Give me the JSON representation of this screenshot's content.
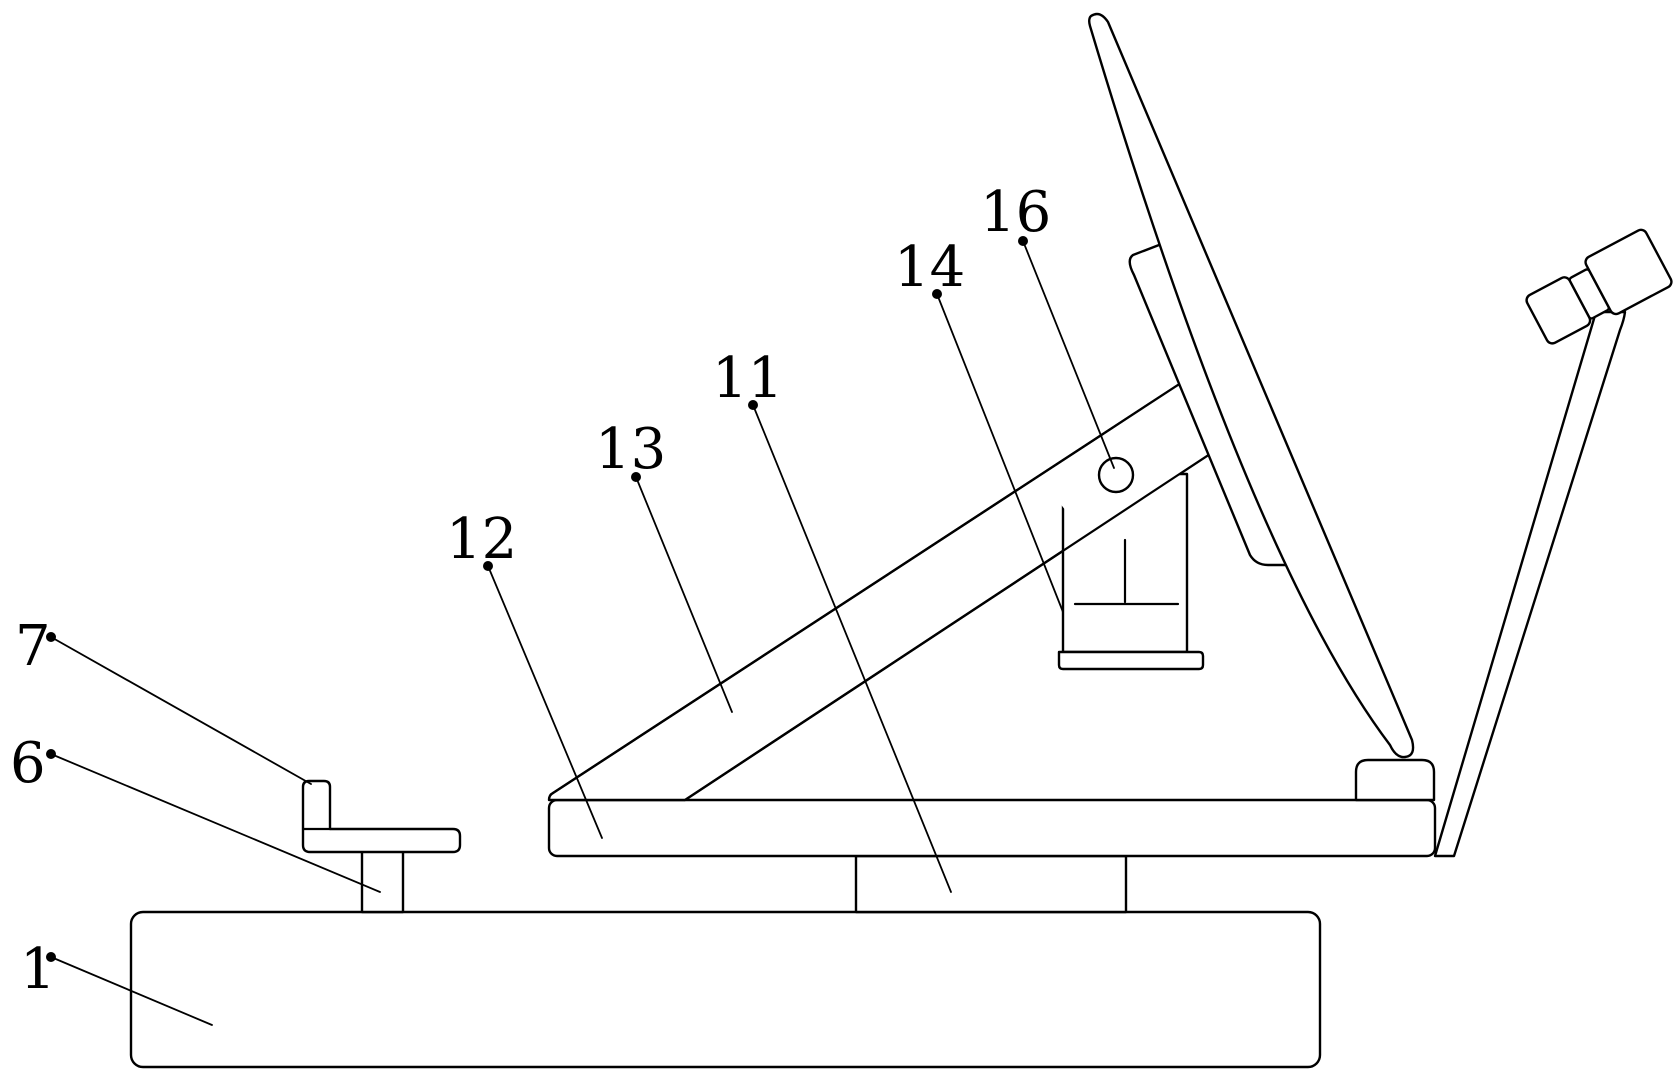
{
  "diagram": {
    "labels": {
      "l1": "1",
      "l6": "6",
      "l7": "7",
      "l11": "11",
      "l12": "12",
      "l13": "13",
      "l14": "14",
      "l16": "16"
    },
    "colors": {
      "stroke": "#000000",
      "background": "#ffffff"
    }
  }
}
